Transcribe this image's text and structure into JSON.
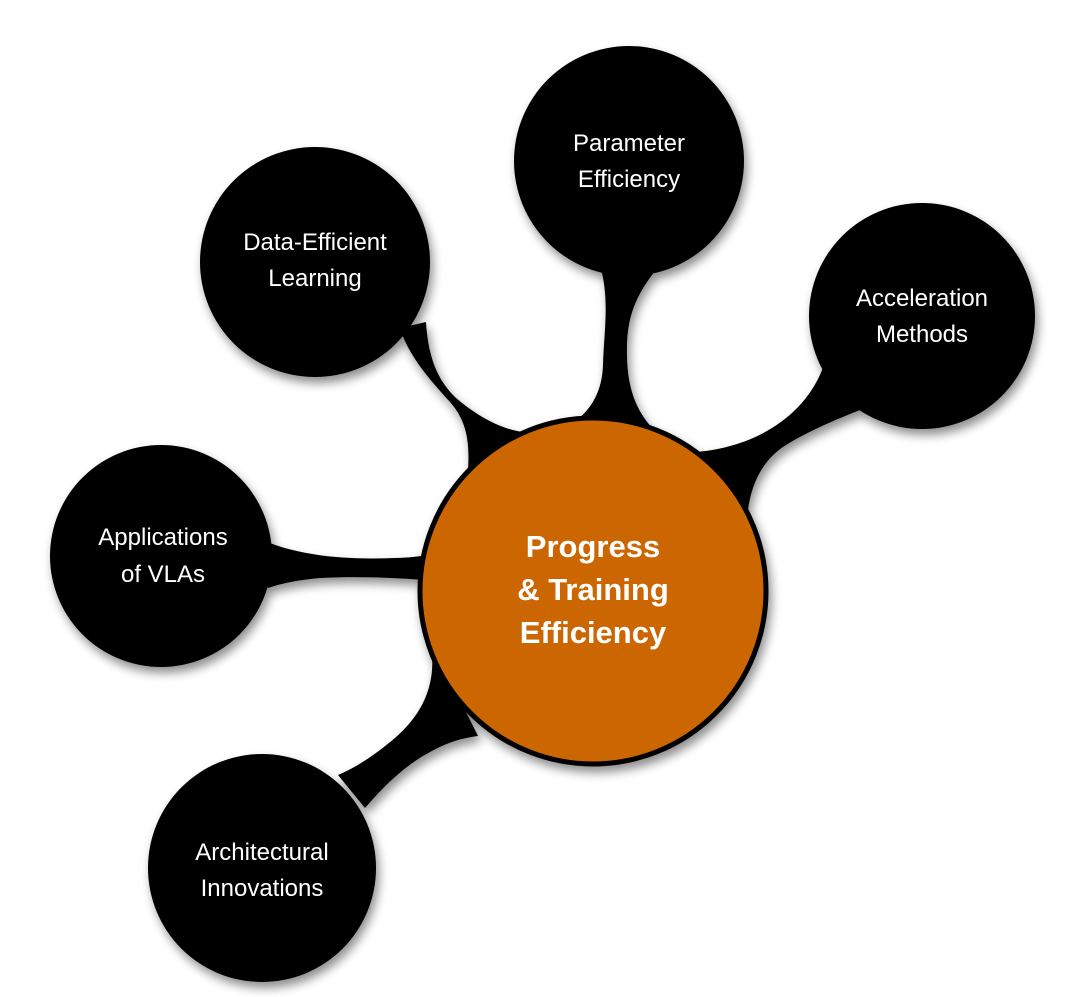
{
  "colors": {
    "center_fill": "#CC6600",
    "node_fill": "#000000",
    "text": "#FFFFFF"
  },
  "center": {
    "lines": [
      "Progress",
      "& Training",
      "Efficiency"
    ]
  },
  "nodes": [
    {
      "id": "parameter-efficiency",
      "lines": [
        "Parameter",
        "Efficiency"
      ]
    },
    {
      "id": "data-efficient-learning",
      "lines": [
        "Data-Efficient",
        "Learning"
      ]
    },
    {
      "id": "acceleration-methods",
      "lines": [
        "Acceleration",
        "Methods"
      ]
    },
    {
      "id": "applications-of-vlas",
      "lines": [
        "Applications",
        "of VLAs"
      ]
    },
    {
      "id": "architectural-innovations",
      "lines": [
        "Architectural",
        "Innovations"
      ]
    }
  ]
}
